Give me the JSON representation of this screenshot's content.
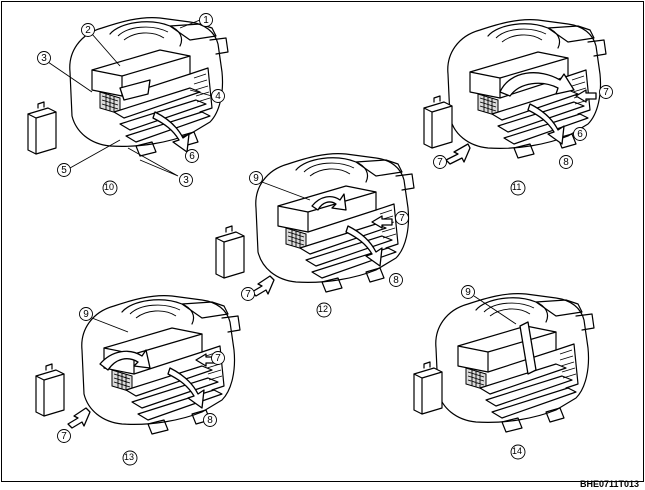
{
  "document_code": "BHE0711T013",
  "views": [
    {
      "id": "view10",
      "label": "10",
      "callouts": [
        "1",
        "2",
        "3",
        "4",
        "5",
        "6",
        "3"
      ]
    },
    {
      "id": "view11",
      "label": "11",
      "callouts": [
        "7",
        "6",
        "8",
        "7"
      ]
    },
    {
      "id": "view12",
      "label": "12",
      "callouts": [
        "9",
        "7",
        "8",
        "7"
      ]
    },
    {
      "id": "view13",
      "label": "13",
      "callouts": [
        "9",
        "7",
        "8",
        "7"
      ]
    },
    {
      "id": "view14",
      "label": "14",
      "callouts": [
        "9"
      ]
    }
  ],
  "colors": {
    "line": "#000000",
    "background": "#ffffff",
    "shade": "#dcdcdc"
  }
}
